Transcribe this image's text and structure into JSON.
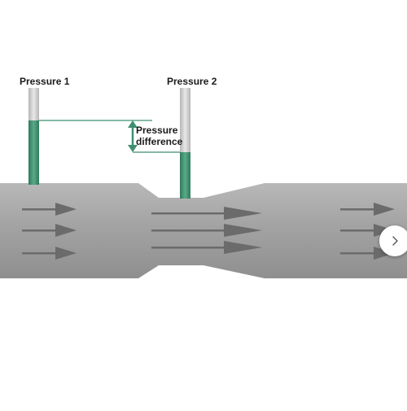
{
  "labels": {
    "pressure_1": "Pressure 1",
    "pressure_2": "Pressure 2",
    "pressure_difference_line1": "Pressure",
    "pressure_difference_line2": "difference"
  },
  "colors": {
    "pipe": "#a9a9a9",
    "pipe_highlight": "#c4c4c4",
    "pipe_shadow": "#8d8d8d",
    "fluid": "#3e8f70",
    "tube_glass": "#cfcfcf",
    "arrow": "#6b6b6b",
    "guide_line": "#3e8f70"
  },
  "icons": {
    "next": "chevron-right-icon",
    "difference": "double-headed-arrow-icon"
  }
}
